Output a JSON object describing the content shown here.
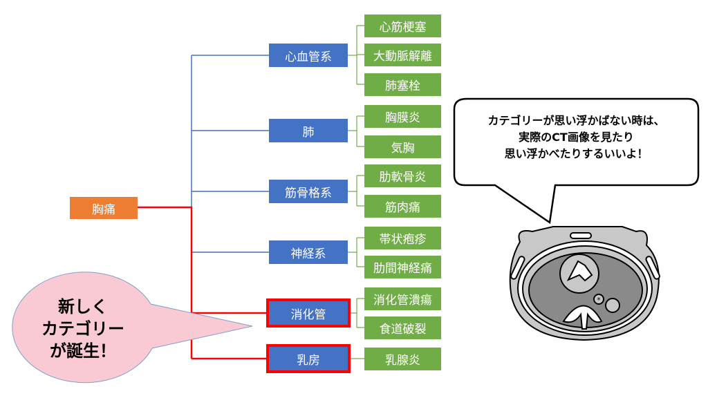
{
  "root": "胸痛",
  "categories": [
    {
      "label": "心血管系",
      "leaves": [
        "心筋梗塞",
        "大動脈解離",
        "肺塞栓"
      ]
    },
    {
      "label": "肺",
      "leaves": [
        "胸膜炎",
        "気胸"
      ]
    },
    {
      "label": "筋骨格系",
      "leaves": [
        "肋軟骨炎",
        "筋肉痛"
      ]
    },
    {
      "label": "神経系",
      "leaves": [
        "帯状疱疹",
        "肋間神経痛"
      ]
    },
    {
      "label": "消化管",
      "leaves": [
        "消化管潰瘍",
        "食道破裂"
      ]
    },
    {
      "label": "乳房",
      "leaves": [
        "乳腺炎"
      ]
    }
  ],
  "callout_new": [
    "新しく",
    "カテゴリー",
    "が誕生！"
  ],
  "speech": [
    "カテゴリーが思い浮かばない時は、",
    "実際のCT画像を見たり",
    "思い浮かべたりするいいよ！"
  ],
  "colors": {
    "root": "#ed7d31",
    "category": "#4472c4",
    "leaf": "#70ad47",
    "highlight": "#ff0000"
  }
}
